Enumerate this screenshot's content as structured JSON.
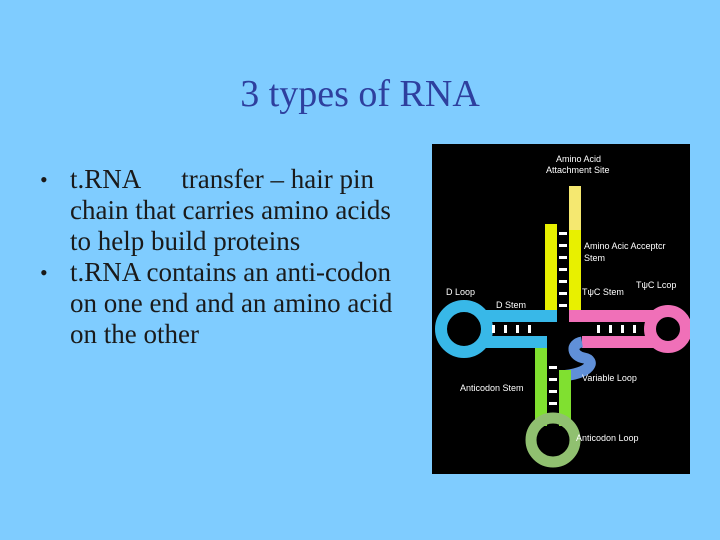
{
  "slide": {
    "title": "3 types of RNA",
    "bullets": [
      {
        "term": "t.RNA",
        "text_first": "transfer – hair",
        "text_rest": "pin chain that carries amino acids to help build proteins"
      },
      {
        "text": "t.RNA contains an anti-codon on one end and an amino acid on the other"
      }
    ]
  },
  "diagram": {
    "labels": {
      "amino_acid_line1": "Amino Acid",
      "amino_acid_line2": "Attachment Site",
      "acceptor_line1": "Amino Acic Acceptcr",
      "acceptor_line2": "Stem",
      "d_loop": "D Loop",
      "d_stem": "D Stem",
      "tpc_stem": "TψC Stem",
      "tpc_loop": "TψC Lcop",
      "anticodon_stem": "Anticodon Stem",
      "variable_loop": "Variable Loop",
      "anticodon_loop": "Anticodon Loop"
    },
    "colors": {
      "background": "#000000",
      "acceptor_stem": "#E8F000",
      "amino_tail": "#F5E870",
      "d_arm": "#38B8E8",
      "tpc_arm": "#F070B8",
      "anticodon_stem": "#80E030",
      "anticodon_loop": "#90C070",
      "variable_loop": "#6090D8",
      "base_pairs": "#FFFFFF"
    }
  }
}
